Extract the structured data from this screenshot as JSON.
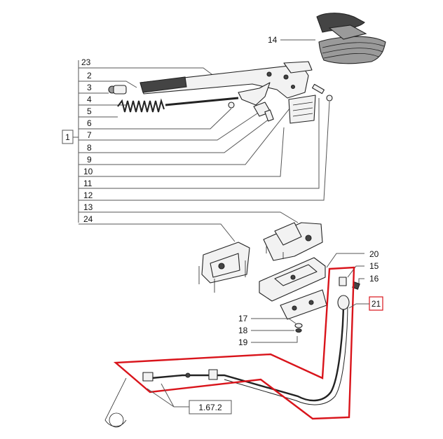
{
  "bracket_label": "1",
  "callouts": {
    "c23": "23",
    "c2": "2",
    "c3": "3",
    "c4": "4",
    "c5": "5",
    "c6": "6",
    "c7": "7",
    "c8": "8",
    "c9": "9",
    "c10": "10",
    "c11": "11",
    "c12": "12",
    "c13": "13",
    "c24": "24",
    "c14": "14",
    "c20": "20",
    "c15": "15",
    "c16": "16",
    "c17": "17",
    "c18": "18",
    "c19": "19"
  },
  "highlighted_label": "21",
  "page_reference": "1.67.2",
  "colors": {
    "highlight": "#d9141b",
    "line": "#222222",
    "leader": "#555555"
  }
}
